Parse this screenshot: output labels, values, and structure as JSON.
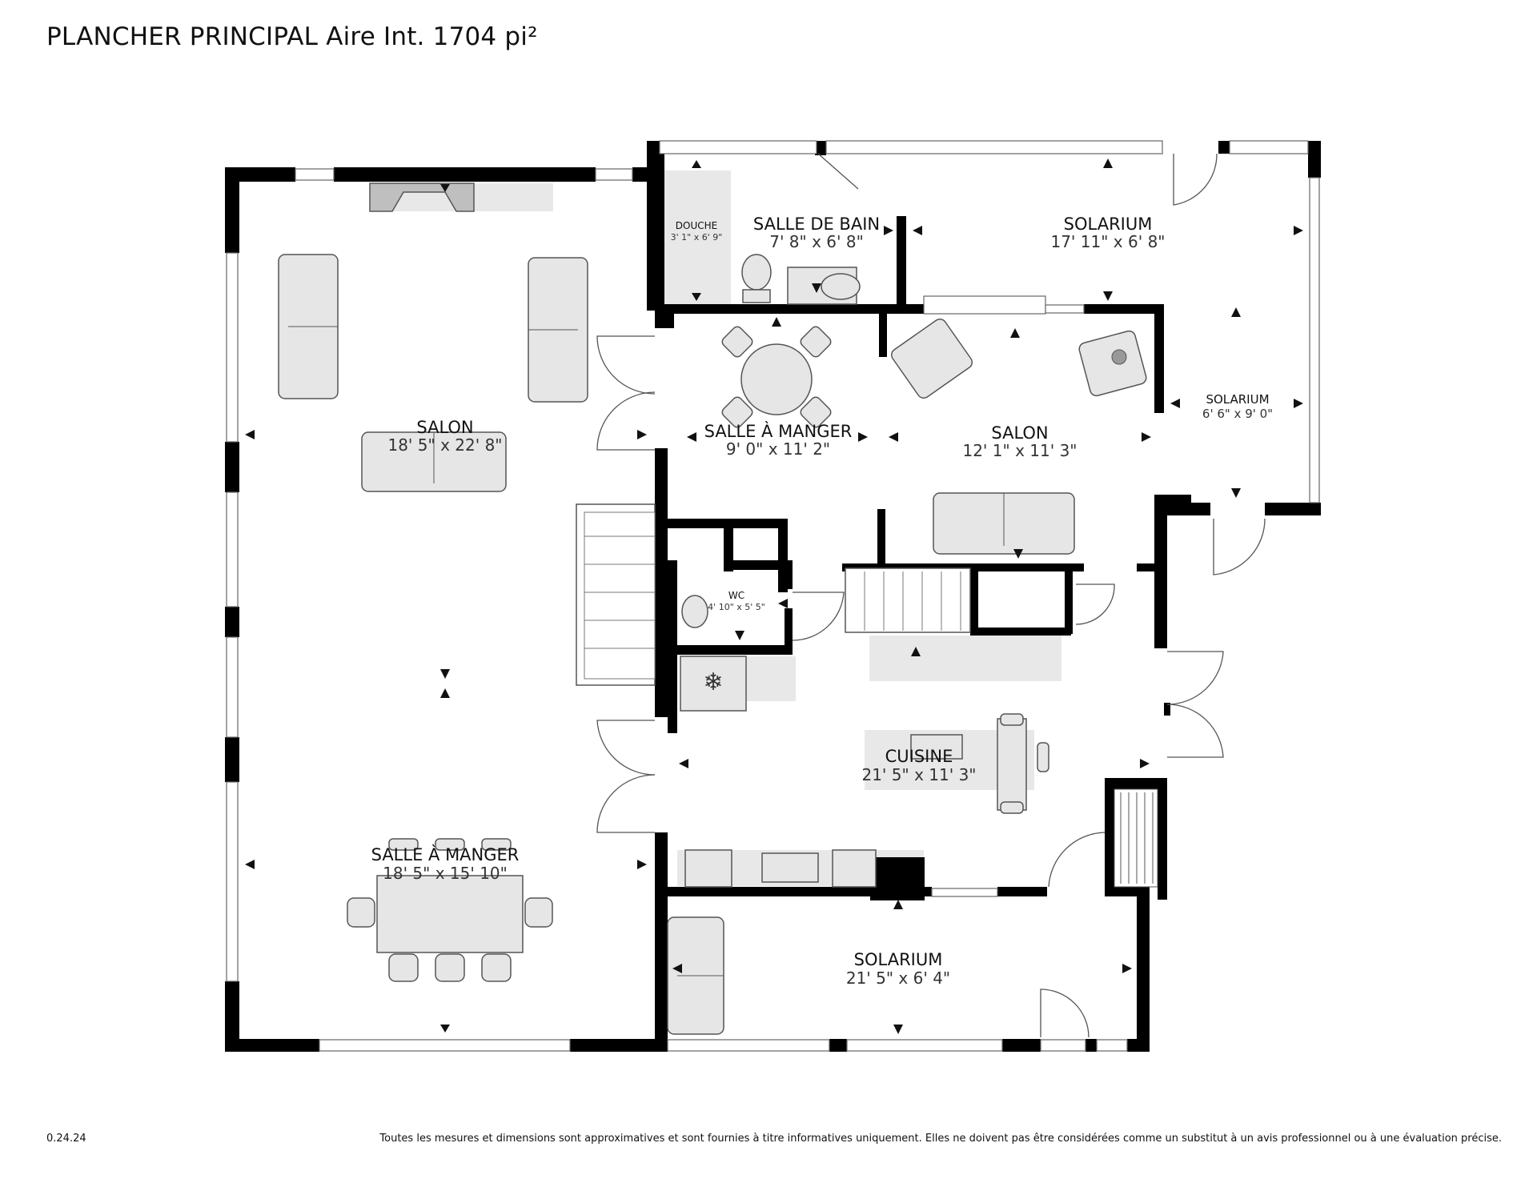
{
  "header": {
    "title": "PLANCHER PRINCIPAL Aire Int. 1704 pi²"
  },
  "footer": {
    "version": "0.24.24",
    "disclaimer": "Toutes les mesures et dimensions sont approximatives et sont fournies à titre informatives uniquement. Elles ne doivent pas être considérées comme un substitut à un avis professionnel ou à une évaluation précise."
  },
  "rooms": [
    {
      "name": "SALON",
      "dims": "18' 5\" x 22' 8\""
    },
    {
      "name": "SALLE À MANGER",
      "dims": "18' 5\" x 15' 10\""
    },
    {
      "name": "DOUCHE",
      "dims": "3' 1\" x 6' 9\""
    },
    {
      "name": "SALLE DE BAIN",
      "dims": "7' 8\" x 6' 8\""
    },
    {
      "name": "SOLARIUM",
      "dims": "17' 11\" x 6' 8\""
    },
    {
      "name": "SALLE À MANGER",
      "dims": "9' 0\" x 11' 2\""
    },
    {
      "name": "SALON",
      "dims": "12' 1\" x 11' 3\""
    },
    {
      "name": "SOLARIUM",
      "dims": "6' 6\" x 9' 0\""
    },
    {
      "name": "WC",
      "dims": "4' 10\" x 5' 5\""
    },
    {
      "name": "CUISINE",
      "dims": "21' 5\" x 11' 3\""
    },
    {
      "name": "SOLARIUM",
      "dims": "21' 5\" x 6' 4\""
    }
  ],
  "colors": {
    "wall": "#000000",
    "furniture": "#e6e6e6",
    "shade": "#e8e8e8",
    "background": "#ffffff"
  }
}
